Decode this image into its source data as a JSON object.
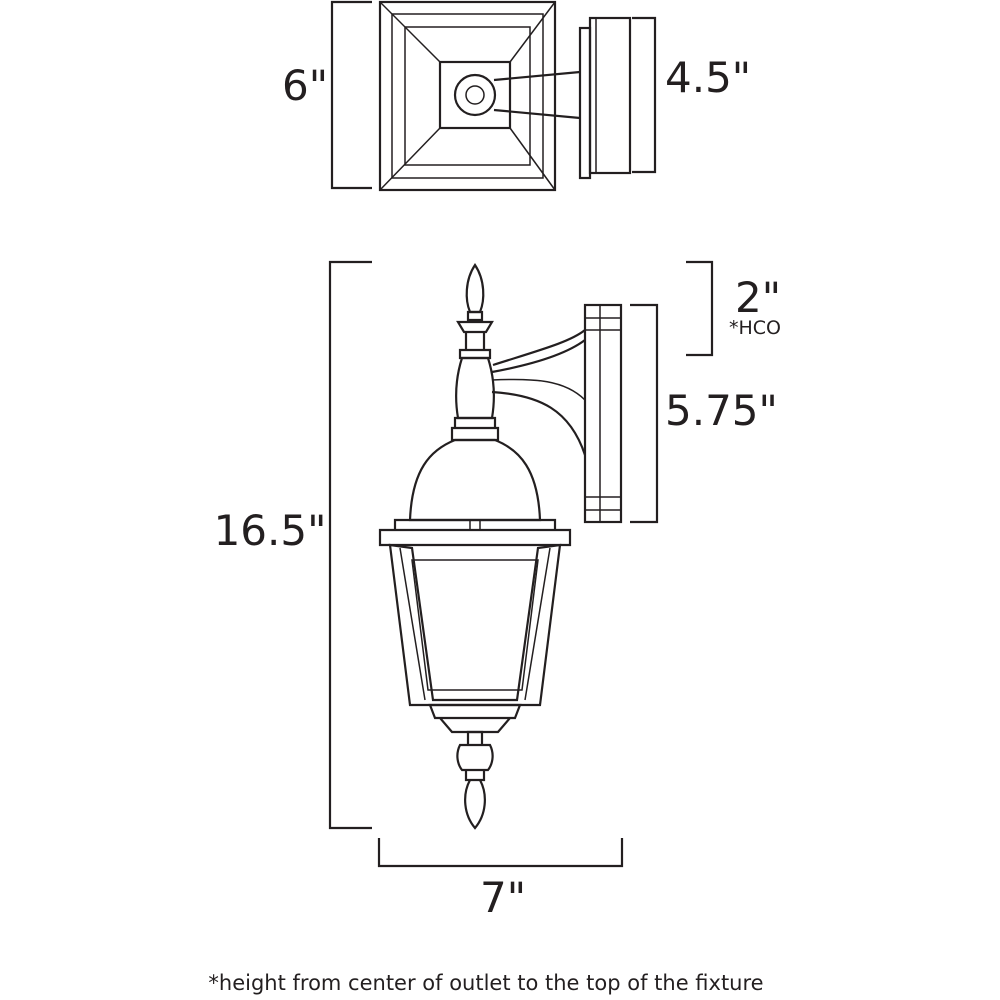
{
  "top_view": {
    "depth_label": "6\"",
    "backplate_width_label": "4.5\""
  },
  "side_view": {
    "height_label": "16.5\"",
    "width_label": "7\"",
    "hco_label": "2\"",
    "hco_note": "*HCO",
    "backplate_height_label": "5.75\""
  },
  "footnote": "*height from center of outlet to the top of the fixture",
  "colors": {
    "line": "#231f20",
    "background": "#ffffff"
  }
}
